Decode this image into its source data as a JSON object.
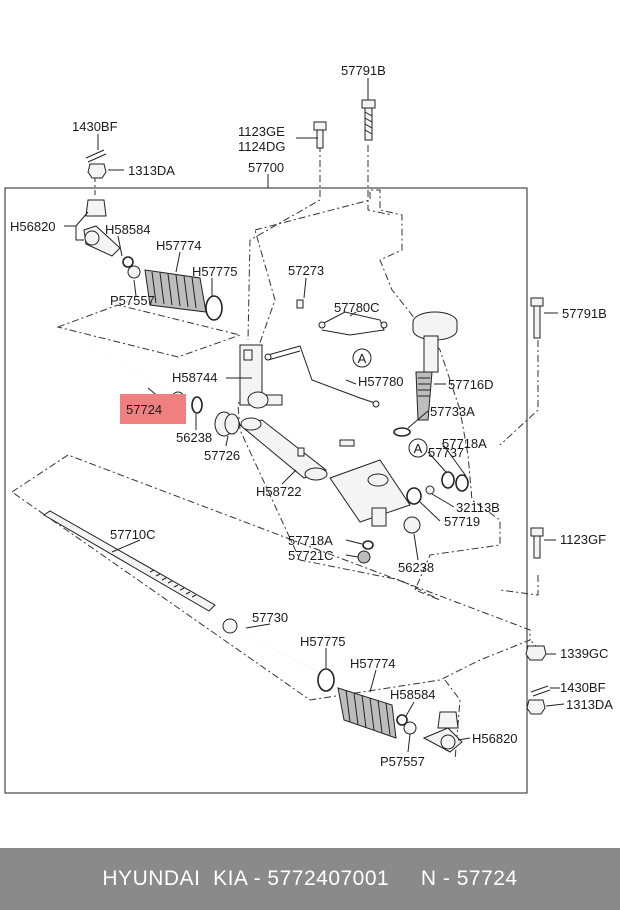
{
  "labels": {
    "l57791b_top": "57791B",
    "l1430bf_top": "1430BF",
    "l1123ge": "1123GE",
    "l1124dg": "1124DG",
    "l1313da_top": "1313DA",
    "l57700": "57700",
    "lh56820_top": "H56820",
    "lh58584_top": "H58584",
    "lh57774_top": "H57774",
    "lh57775_top": "H57775",
    "l57273": "57273",
    "lp57557_top": "P57557",
    "l57780c": "57780C",
    "l57791b_right": "57791B",
    "lh58744": "H58744",
    "lh57780": "H57780",
    "l57716d": "57716D",
    "l57724": "57724",
    "l57733a": "57733A",
    "l56238_left": "56238",
    "l57718a_right": "57718A",
    "l57737": "57737",
    "l57726": "57726",
    "lh58722": "H58722",
    "l32113b": "32113B",
    "l57719": "57719",
    "l57710c": "57710C",
    "l57718a_bottom": "57718A",
    "l57721c": "57721C",
    "l1123gf": "1123GF",
    "l56238_right": "56238",
    "l57730": "57730",
    "lh57775_bottom": "H57775",
    "l1339gc": "1339GC",
    "lh57774_bottom": "H57774",
    "l1430bf_bottom": "1430BF",
    "l1313da_bottom": "1313DA",
    "lh58584_bottom": "H58584",
    "lh56820_bottom": "H56820",
    "lp57557_bottom": "P57557",
    "mark_a1": "A",
    "mark_a2": "A"
  },
  "highlight_color": "#f08080",
  "footer": {
    "text": "HYUNDAI  KIA - 5772407001     N - 57724"
  }
}
